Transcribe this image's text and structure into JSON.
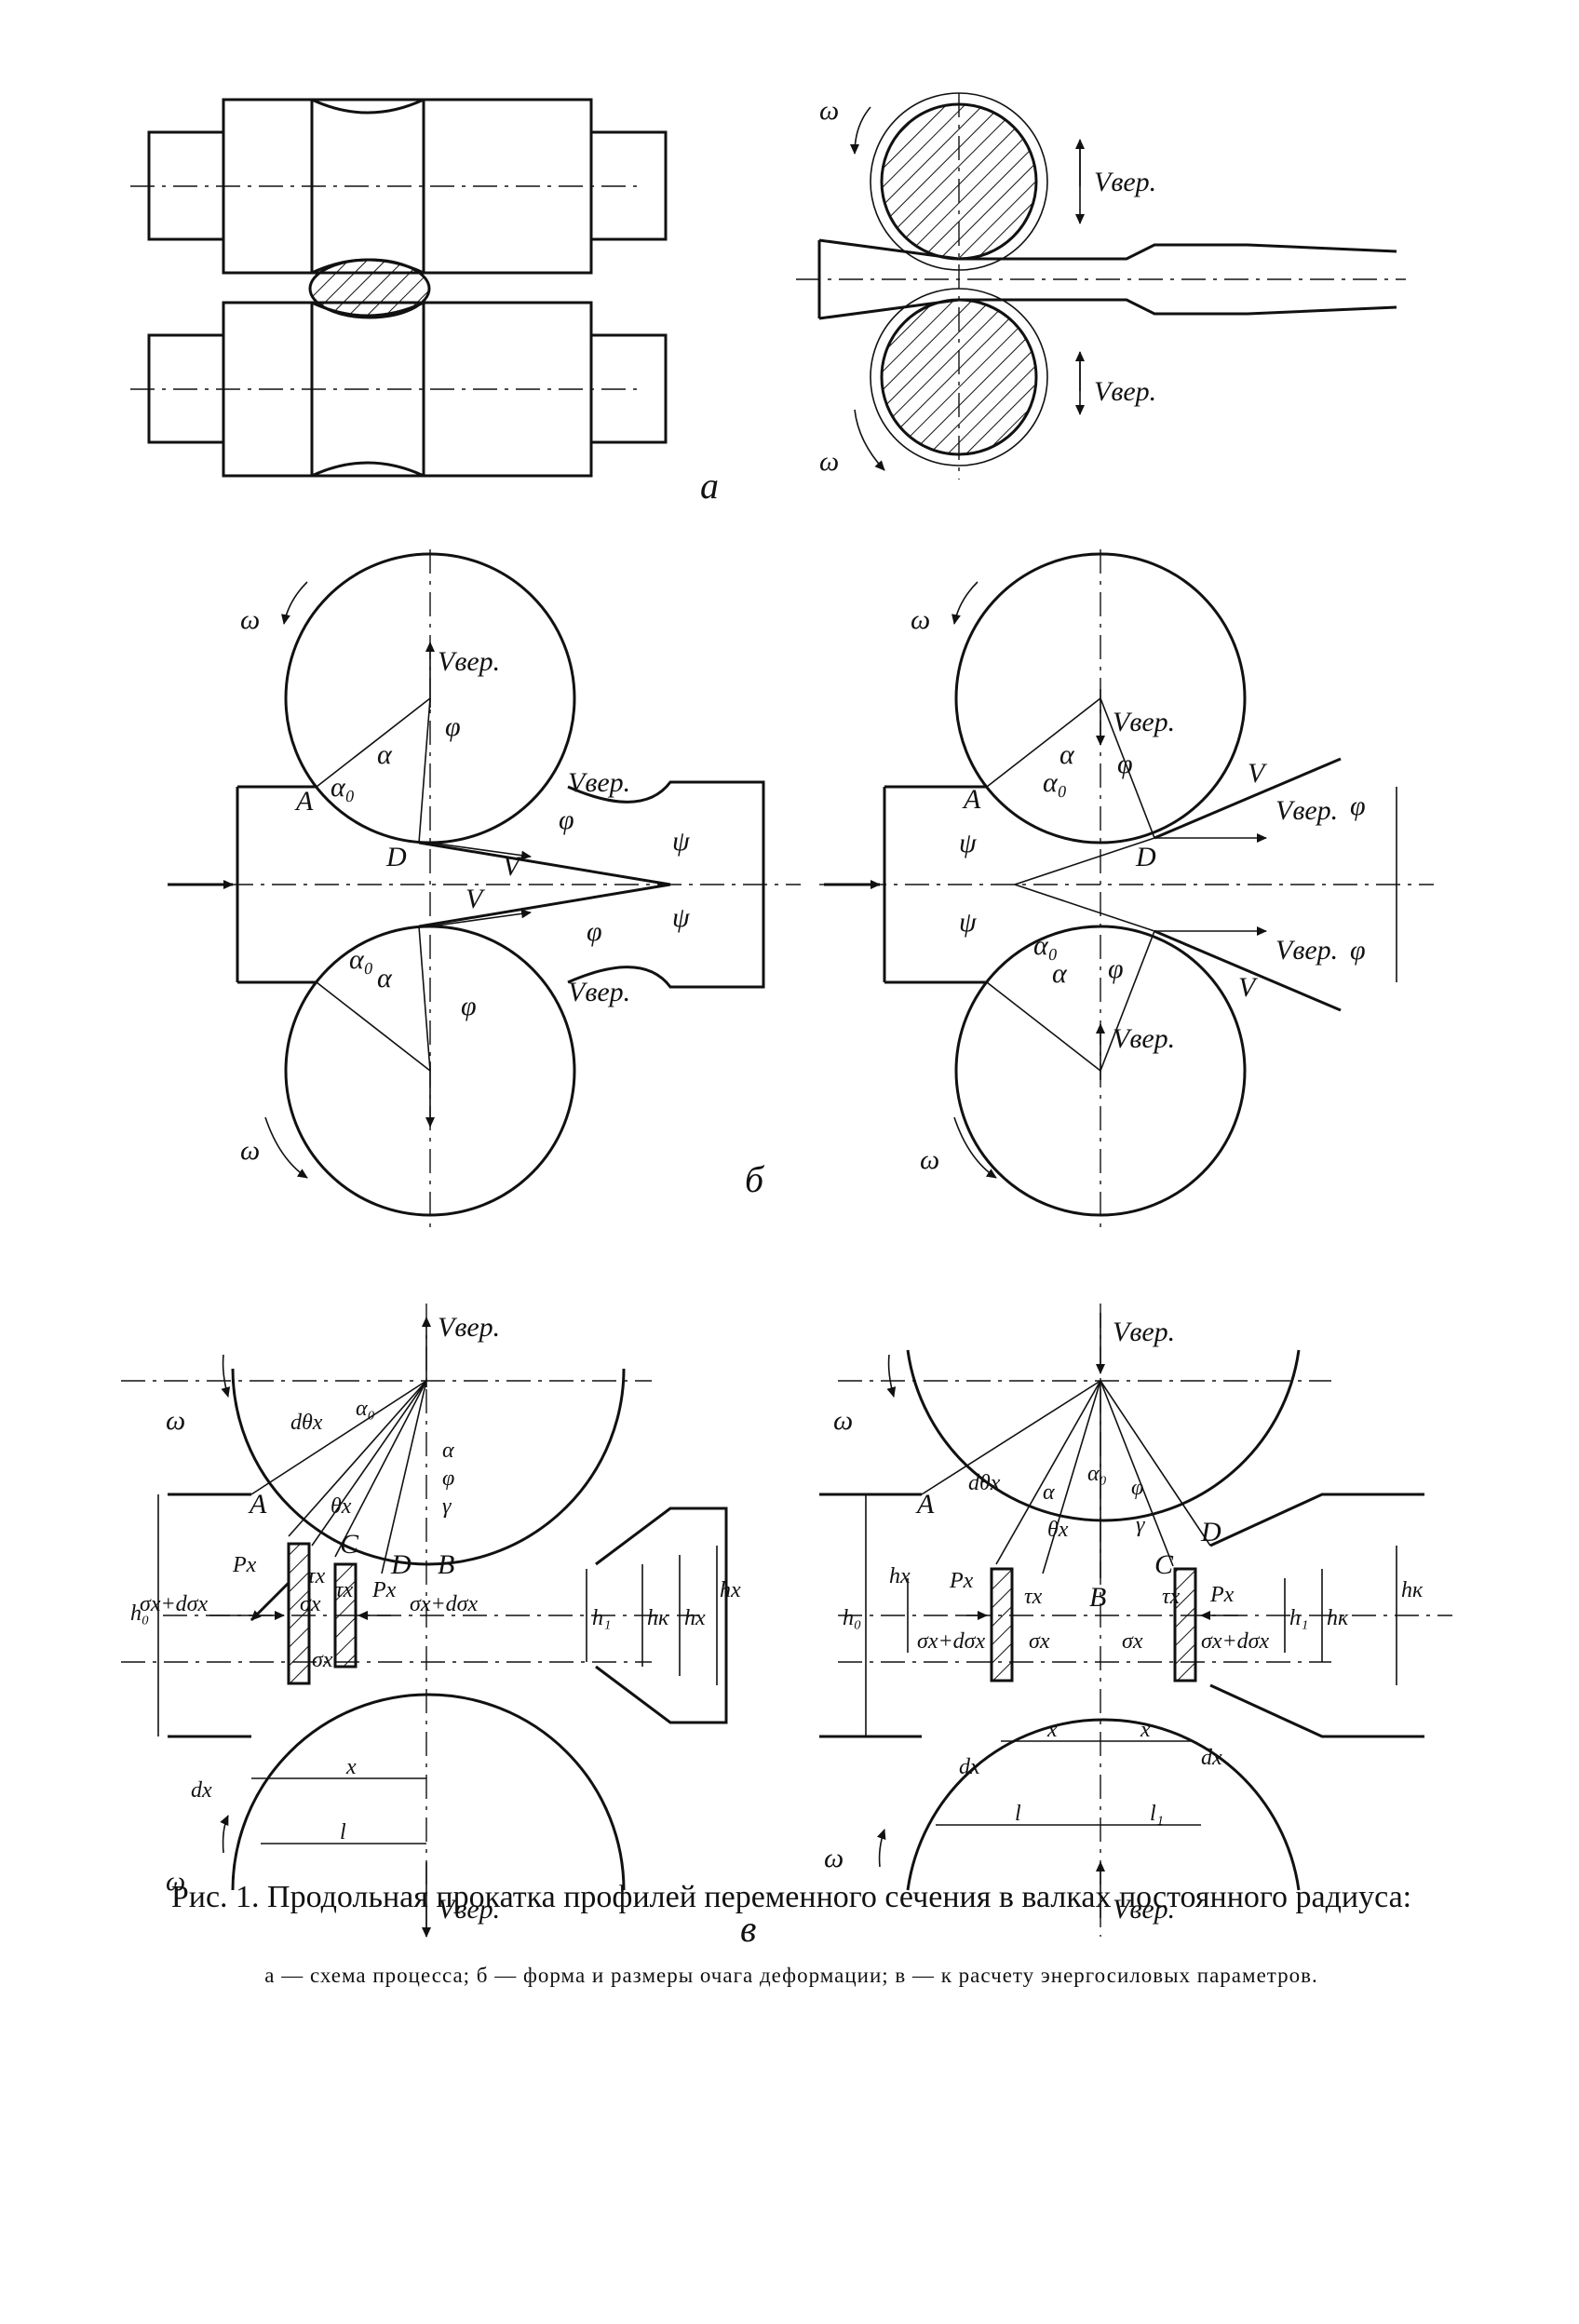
{
  "figure": {
    "caption_title": "Рис. 1. Продольная прокатка профилей переменного сечения в валках постоянного радиуса:",
    "caption_legend": "а — схема процесса;   б — форма и размеры очага деформации;   в — к расчету энергосиловых параметров."
  },
  "panels": {
    "a": "а",
    "b": "б",
    "c": "в"
  },
  "labels": {
    "omega": "ω",
    "v_ver": "Vвер.",
    "v": "V",
    "phi": "φ",
    "psi": "ψ",
    "alpha": "α",
    "alpha0": "α₀",
    "gamma": "γ",
    "point_a": "A",
    "point_b": "B",
    "point_c": "C",
    "point_d": "D",
    "d_theta_x": "dθx",
    "theta_x": "θx",
    "p_x": "Px",
    "tau_x": "τx",
    "sigma_x": "σx",
    "sigma_x_dsigma": "σx+dσx",
    "h0": "h₀",
    "h1": "h₁",
    "hk": "hк",
    "hx": "hx",
    "dx": "dx",
    "x": "x",
    "l": "l",
    "l1": "l₁"
  },
  "colors": {
    "ink": "#111111",
    "paper": "#ffffff"
  }
}
